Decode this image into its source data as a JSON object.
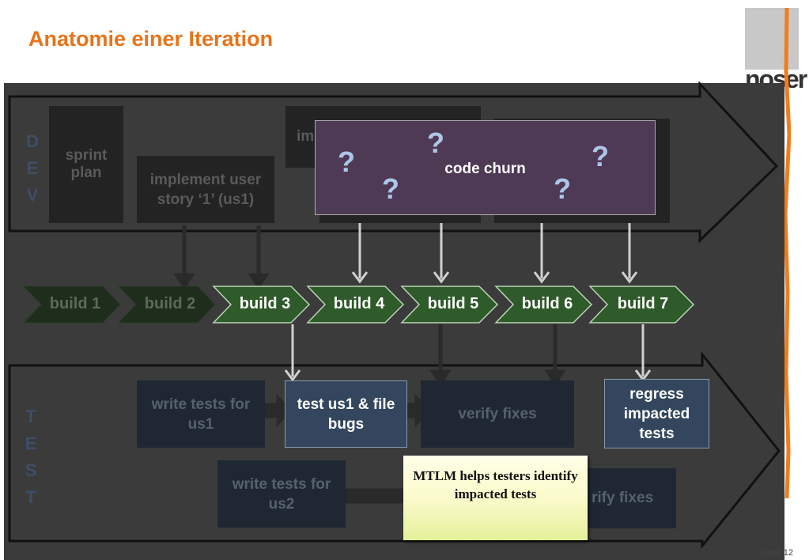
{
  "title": "Anatomie einer Iteration",
  "logo": "noser",
  "lanes": {
    "dev_letters": [
      "D",
      "E",
      "V"
    ],
    "test_letters": [
      "T",
      "E",
      "S",
      "T"
    ]
  },
  "dev": {
    "sprint_plan": "sprint plan",
    "implement_us1": "implement user story ‘1’ (us1)",
    "implement_partial": "im"
  },
  "code_churn": {
    "label": "code churn",
    "question_mark": "?"
  },
  "builds": [
    "build 1",
    "build 2",
    "build 3",
    "build 4",
    "build 5",
    "build 6",
    "build 7"
  ],
  "test": {
    "write_tests_us1": "write tests for us1",
    "test_us1": "test us1 & file bugs",
    "verify_fixes": "verify fixes",
    "regress": "regress impacted tests",
    "write_tests_us2": "write tests for us2",
    "verify_fixes_partial": "rify fixes"
  },
  "note": "MTLM helps testers identify impacted tests",
  "footer": {
    "seite_label": "Seite",
    "page_number": "12"
  },
  "colors": {
    "title": "#e8731a",
    "build_active": "#2f5a2a",
    "build_dim": "#1e2d1c",
    "churn_box": "#4f3a56",
    "test_bright": "#33465e"
  }
}
